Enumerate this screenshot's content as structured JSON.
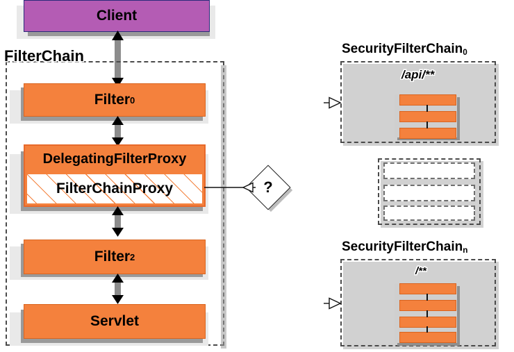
{
  "diagram": {
    "title": "Spring Security FilterChainProxy delegation",
    "colors": {
      "client_fill": "#b45cb4",
      "client_border": "#2a2a7a",
      "filter_fill": "#f4813d",
      "filter_border": "#d9641f",
      "hatch_stroke": "#f4813d",
      "group_border": "#4a4a4a",
      "shadow_light": "#e9e9e9",
      "shadow_dark": "#9a9a9a",
      "background": "#ffffff"
    }
  },
  "client": {
    "label": "Client"
  },
  "filter_chain_group": {
    "label": "FilterChain",
    "nodes": [
      {
        "id": "filter0",
        "label": "Filter",
        "sub": "0",
        "kind": "filter"
      },
      {
        "id": "dfp",
        "label": "DelegatingFilterProxy",
        "sub": "",
        "kind": "header"
      },
      {
        "id": "fcp",
        "label": "FilterChainProxy",
        "sub": "",
        "kind": "hatched"
      },
      {
        "id": "filter2",
        "label": "Filter",
        "sub": "2",
        "kind": "filter"
      },
      {
        "id": "servlet",
        "label": "Servlet",
        "sub": "",
        "kind": "filter"
      }
    ]
  },
  "decision": {
    "label": "?"
  },
  "security_chains": [
    {
      "id": "sfc0",
      "label": "SecurityFilterChain",
      "sub": "0",
      "path": "/api/**",
      "filter_count": 3
    },
    {
      "id": "sfc_ellipsis",
      "label": "",
      "sub": "",
      "path": "",
      "filter_count": 3,
      "placeholder": true
    },
    {
      "id": "sfcn",
      "label": "SecurityFilterChain",
      "sub": "n",
      "path": "/**",
      "filter_count": 4
    }
  ]
}
